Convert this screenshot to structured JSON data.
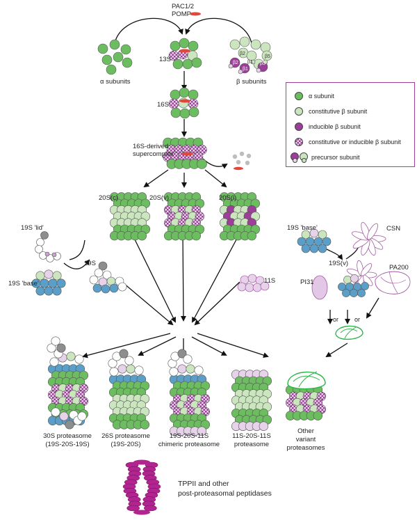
{
  "labels": {
    "pac": "PAC1/2",
    "pomp": "POMP",
    "alpha_subunits": "α subunits",
    "beta_subunits": "β subunits",
    "s13": "13S",
    "s16": "16S",
    "supercomplex_1": "16S-derived",
    "supercomplex_2": "supercomplex",
    "p20c": "20S(c)",
    "p20v": "20S(v)",
    "p20i": "20S(i)",
    "lid": "19S 'lid'",
    "base_left": "19S 'base'",
    "s19": "19S",
    "s11": "11S",
    "base_right": "19S 'base'",
    "csn": "CSN",
    "s19v": "19S(v)",
    "pa200": "PA200",
    "pi31": "PI31",
    "or1": "or",
    "or2": "or",
    "b2": "β2",
    "b1": "β1",
    "b5": "β5",
    "b2i": "β2",
    "b1i": "β1",
    "b5i": "β5",
    "p30_1": "30S proteasome",
    "p30_2": "(19S-20S-19S)",
    "p26_1": "26S proteasome",
    "p26_2": "(19S-20S)",
    "chim_1": "19S-20S-11S",
    "chim_2": "chimeric proteasome",
    "p11_1": "11S-20S-11S",
    "p11_2": "proteasome",
    "other_1": "Other",
    "other_2": "variant",
    "other_3": "proteasomes",
    "tpp_1": "TPPII and other",
    "tpp_2": "post-proteasomal peptidases"
  },
  "legend": [
    {
      "icon": "alpha-subunit-swatch",
      "label": "α subunit"
    },
    {
      "icon": "constitutive-beta-swatch",
      "label": "constitutive β subunit"
    },
    {
      "icon": "inducible-beta-swatch",
      "label": "inducible β subunit"
    },
    {
      "icon": "mixed-beta-swatch",
      "label": "constitutive or inducible β subunit"
    },
    {
      "icon": "precursor-swatch",
      "label": "precursor subunit"
    }
  ],
  "colors": {
    "alpha": "#6cbd5f",
    "beta_constitutive": "#cbe5be",
    "beta_inducible": "#9b3f98",
    "lid_purple": "#a15aa0",
    "base_blue": "#5b9fc8",
    "grey": "#8e8e8e",
    "pomp_red": "#e2473c",
    "tpp_magenta": "#b2248f",
    "green_outline": "#2fb54a",
    "legend_border": "#a23d9c"
  }
}
